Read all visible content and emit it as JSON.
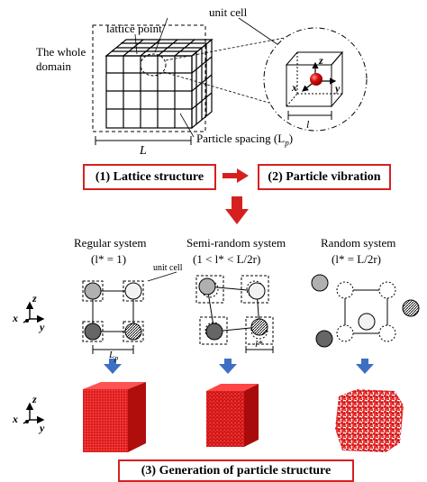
{
  "top": {
    "label_unit_cell": "unit cell",
    "label_lattice_point": "lattice point",
    "label_whole_domain_1": "The whole",
    "label_whole_domain_2": "domain",
    "label_particle_spacing": "Particle spacing (L",
    "label_particle_spacing_sub": "p",
    "label_particle_spacing_end": ")",
    "label_L": "L",
    "cell_z": "z",
    "cell_x": "x",
    "cell_y": "y",
    "cell_l": "l"
  },
  "steps": {
    "step1": "(1) Lattice structure",
    "step2": "(2) Particle vibration",
    "step3": "(3) Generation of particle structure"
  },
  "systems": [
    {
      "title": "Regular system",
      "cond": "(l* = 1)"
    },
    {
      "title": "Semi-random system",
      "cond": "(1 < l* < L/2r)"
    },
    {
      "title": "Random system",
      "cond": "(l* = L/2r)"
    }
  ],
  "annotations": {
    "unit_cell": "unit cell",
    "lp_label": "L",
    "lp_sub": "p",
    "lstar_label": "l*"
  },
  "axes": {
    "z": "z",
    "x": "x",
    "y": "y"
  },
  "colors": {
    "accent": "#d62020",
    "arrow_blue": "#3f6fc4",
    "cube_red": "#e01e1e"
  }
}
